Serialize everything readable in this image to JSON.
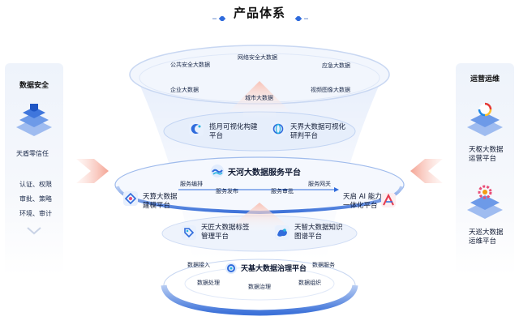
{
  "title": "产品体系",
  "left_panel": {
    "header": "数据安全",
    "product": "天盾零信任",
    "features": [
      "认证、权限",
      "审批、策略",
      "环境、审计"
    ]
  },
  "right_panel": {
    "header": "运营运维",
    "products": [
      {
        "name": "天枢大数据\n运营平台",
        "icon": "spiral-logo-icon"
      },
      {
        "name": "天巡大数据\n运维平台",
        "icon": "gear-logo-icon"
      }
    ]
  },
  "top_layer": {
    "items": [
      "网络安全大数据",
      "公共安全大数据",
      "应急大数据",
      "企业大数据",
      "视频图像大数据",
      "城市大数据"
    ]
  },
  "upper_platforms": [
    {
      "name": "揽月可视化构建\n平台"
    },
    {
      "name": "天界大数据可视化\n研判平台"
    }
  ],
  "middle_layer": {
    "center_name": "天河大数据服务平台",
    "left_name": "天算大数据\n建模平台",
    "right_name": "天启 AI 能力\n一体化平台",
    "services": [
      "服务编排",
      "服务发布",
      "服务审批",
      "服务网关"
    ]
  },
  "lower_platforms": [
    {
      "name": "天匠大数据标签\n管理平台"
    },
    {
      "name": "天智大数据知识\n图谱平台"
    }
  ],
  "bottom_layer": {
    "center_name": "天基大数据治理平台",
    "items": [
      "数据接入",
      "数据服务",
      "数据处理",
      "数据治理",
      "数据组织"
    ]
  },
  "colors": {
    "accent": "#2f6bdc",
    "ring": "#4d82e6",
    "arrow": "#f4a393"
  }
}
